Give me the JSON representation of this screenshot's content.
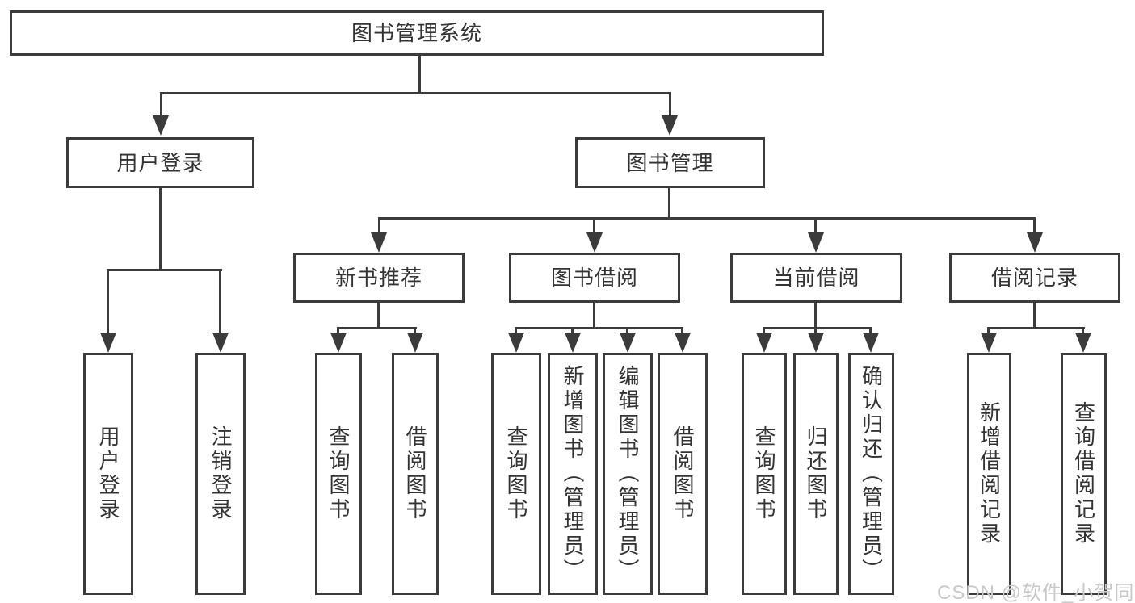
{
  "colors": {
    "line": "#3b3b3b",
    "text": "#333333",
    "watermark": "#c8c8c8",
    "background": "#ffffff"
  },
  "watermark": {
    "text": "CSDN @软件_小贺同学"
  },
  "tree": {
    "label": "图书管理系统",
    "children": [
      {
        "label": "用户登录",
        "children": [
          {
            "label": "用户登录"
          },
          {
            "label": "注销登录"
          }
        ]
      },
      {
        "label": "图书管理",
        "children": [
          {
            "label": "新书推荐",
            "children": [
              {
                "label": "查询图书"
              },
              {
                "label": "借阅图书"
              }
            ]
          },
          {
            "label": "图书借阅",
            "children": [
              {
                "label": "查询图书"
              },
              {
                "label": "新增图书（管理员）"
              },
              {
                "label": "编辑图书（管理员）"
              },
              {
                "label": "借阅图书"
              }
            ]
          },
          {
            "label": "当前借阅",
            "children": [
              {
                "label": "查询图书"
              },
              {
                "label": "归还图书"
              },
              {
                "label": "确认归还（管理员）"
              }
            ]
          },
          {
            "label": "借阅记录",
            "children": [
              {
                "label": "新增借阅记录"
              },
              {
                "label": "查询借阅记录"
              }
            ]
          }
        ]
      }
    ]
  }
}
